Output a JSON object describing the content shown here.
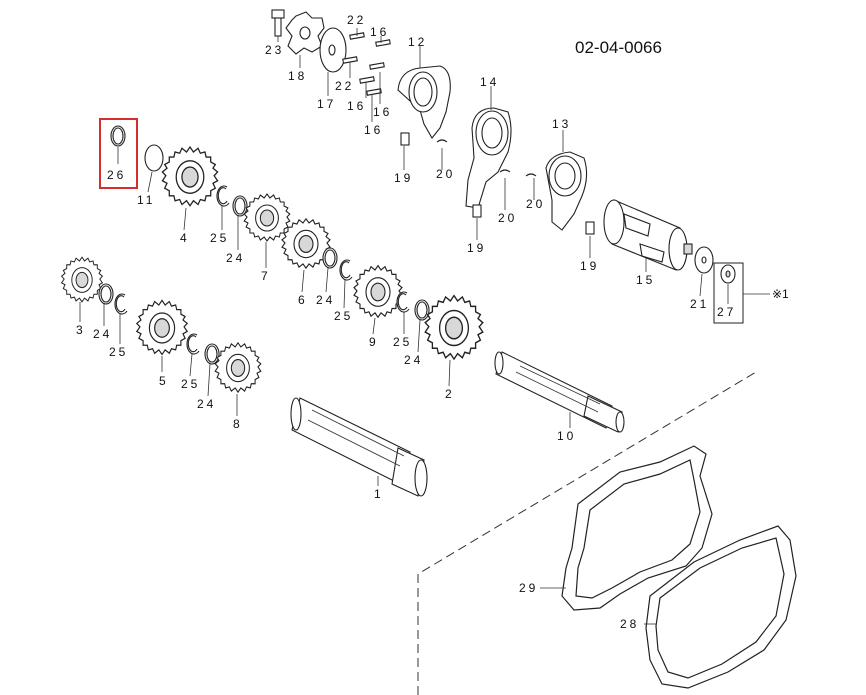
{
  "diagram": {
    "reference": "02-04-0066",
    "highlight_color": "#d32f2f",
    "highlighted_part": "26",
    "note_symbol": "※1",
    "parts": [
      {
        "id": "p1",
        "label": "1"
      },
      {
        "id": "p2",
        "label": "2"
      },
      {
        "id": "p3",
        "label": "3"
      },
      {
        "id": "p4",
        "label": "4"
      },
      {
        "id": "p5",
        "label": "5"
      },
      {
        "id": "p6",
        "label": "6"
      },
      {
        "id": "p7",
        "label": "7"
      },
      {
        "id": "p8",
        "label": "8"
      },
      {
        "id": "p9",
        "label": "9"
      },
      {
        "id": "p10",
        "label": "10"
      },
      {
        "id": "p11",
        "label": "11"
      },
      {
        "id": "p12",
        "label": "12"
      },
      {
        "id": "p13",
        "label": "13"
      },
      {
        "id": "p14",
        "label": "14"
      },
      {
        "id": "p15",
        "label": "15"
      },
      {
        "id": "p16a",
        "label": "16"
      },
      {
        "id": "p16b",
        "label": "16"
      },
      {
        "id": "p16c",
        "label": "16"
      },
      {
        "id": "p16d",
        "label": "16"
      },
      {
        "id": "p17",
        "label": "17"
      },
      {
        "id": "p18",
        "label": "18"
      },
      {
        "id": "p19a",
        "label": "19"
      },
      {
        "id": "p19b",
        "label": "19"
      },
      {
        "id": "p19c",
        "label": "19"
      },
      {
        "id": "p20a",
        "label": "20"
      },
      {
        "id": "p20b",
        "label": "20"
      },
      {
        "id": "p20c",
        "label": "20"
      },
      {
        "id": "p21",
        "label": "21"
      },
      {
        "id": "p22a",
        "label": "22"
      },
      {
        "id": "p22b",
        "label": "22"
      },
      {
        "id": "p23",
        "label": "23"
      },
      {
        "id": "p24a",
        "label": "24"
      },
      {
        "id": "p24b",
        "label": "24"
      },
      {
        "id": "p24c",
        "label": "24"
      },
      {
        "id": "p24d",
        "label": "24"
      },
      {
        "id": "p24e",
        "label": "24"
      },
      {
        "id": "p25a",
        "label": "25"
      },
      {
        "id": "p25b",
        "label": "25"
      },
      {
        "id": "p25c",
        "label": "25"
      },
      {
        "id": "p25d",
        "label": "25"
      },
      {
        "id": "p25e",
        "label": "25"
      },
      {
        "id": "p26",
        "label": "26"
      },
      {
        "id": "p27",
        "label": "27"
      },
      {
        "id": "p28",
        "label": "28"
      },
      {
        "id": "p29",
        "label": "29"
      }
    ]
  }
}
